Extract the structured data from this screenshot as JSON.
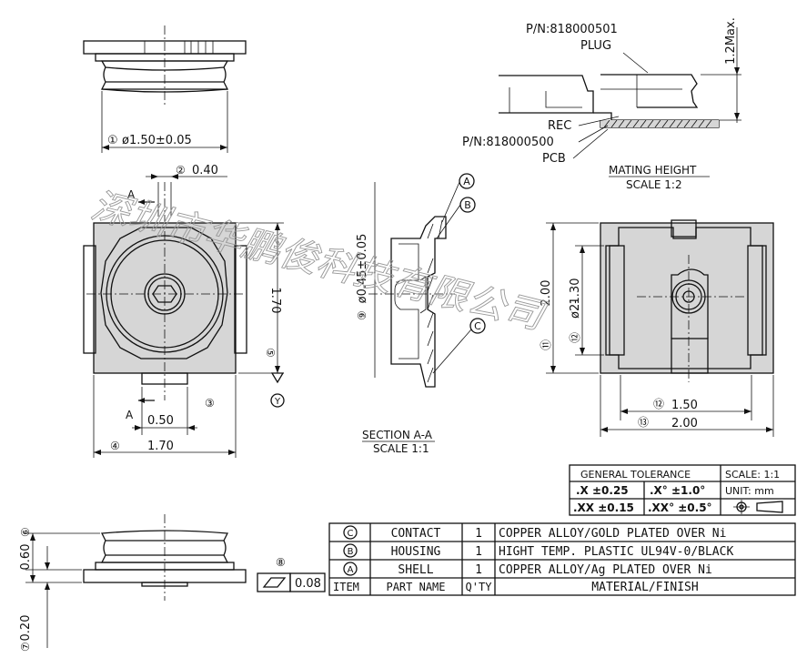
{
  "top_view": {
    "dim_diameter": "ø1.50±0.05",
    "dim_diameter_ref": "①"
  },
  "front_view": {
    "dim_pin": "0.40",
    "dim_pin_ref": "②",
    "section_mark": "A",
    "dim_height": "1.70",
    "dim_height_ref": "⑤",
    "dim_pad": "0.50",
    "dim_pad_ref": "③",
    "dim_width": "1.70",
    "dim_width_ref": "④",
    "datum_y": "Y"
  },
  "section": {
    "dim_bore": "ø0.45±0.05",
    "dim_bore_ref": "⑨",
    "callout_a": "A",
    "callout_b": "B",
    "callout_c": "C",
    "title": "SECTION A-A",
    "scale": "SCALE 1:1"
  },
  "mating": {
    "pn_plug": "P/N:818000501",
    "plug": "PLUG",
    "max_height": "1.2Max.",
    "rec": "REC",
    "pn_rec": "P/N:818000500",
    "pcb": "PCB",
    "title": "MATING HEIGHT",
    "scale": "SCALE 1:2"
  },
  "bottom_view": {
    "dim_outer": "2.00",
    "dim_outer_ref": "⑪",
    "dim_inner": "1.30",
    "dim_inner_ref": "⑫",
    "dim_inner_prefix": "ø2-",
    "dim_w_inner": "1.50",
    "dim_w_inner_ref": "⑫",
    "dim_w_outer": "2.00",
    "dim_w_outer_ref": "⑬"
  },
  "side_view": {
    "dim_height": "0.60",
    "dim_height_ref": "⑥",
    "dim_base": "0.20",
    "dim_base_ref": "⑦",
    "flatness_ref": "⑧",
    "flatness_value": "0.08"
  },
  "tolerance": {
    "title": "GENERAL TOLERANCE",
    "scale": "SCALE: 1:1",
    "row1_a": ".X ±0.25",
    "row1_b": ".X° ±1.0°",
    "unit": "UNIT:  mm",
    "row2_a": ".XX ±0.15",
    "row2_b": ".XX° ±0.5°"
  },
  "bom": {
    "headers": [
      "ITEM",
      "PART NAME",
      "Q'TY",
      "MATERIAL/FINISH"
    ],
    "rows": [
      {
        "item": "C",
        "name": "CONTACT",
        "qty": "1",
        "material": "COPPER ALLOY/GOLD PLATED OVER Ni"
      },
      {
        "item": "B",
        "name": "HOUSING",
        "qty": "1",
        "material": "HIGHT TEMP. PLASTIC UL94V-0/BLACK"
      },
      {
        "item": "A",
        "name": "SHELL",
        "qty": "1",
        "material": "COPPER ALLOY/Ag PLATED OVER Ni"
      }
    ]
  },
  "watermark": "深圳市华鹏俊科技有限公司"
}
